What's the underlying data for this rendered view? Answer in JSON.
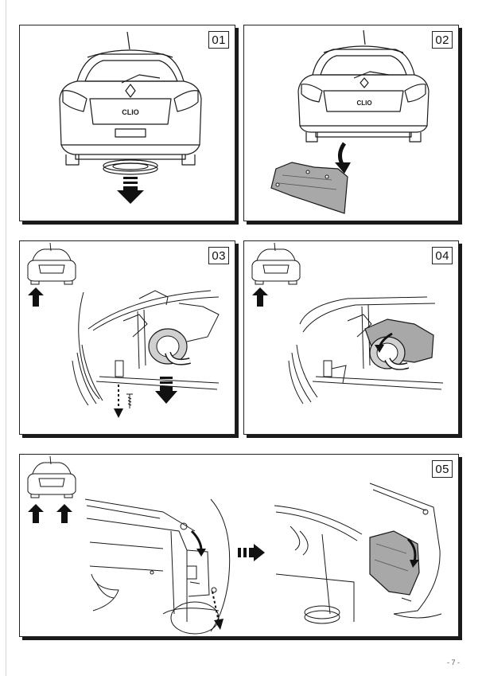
{
  "steps": [
    {
      "number": "01"
    },
    {
      "number": "02"
    },
    {
      "number": "03"
    },
    {
      "number": "04"
    },
    {
      "number": "05"
    }
  ],
  "car_badge": "CLIO",
  "footer": {
    "page_number": "- 7 -"
  },
  "colors": {
    "line": "#1a1a1a",
    "part_fill": "#a8a8a8",
    "arrow": "#111111"
  }
}
